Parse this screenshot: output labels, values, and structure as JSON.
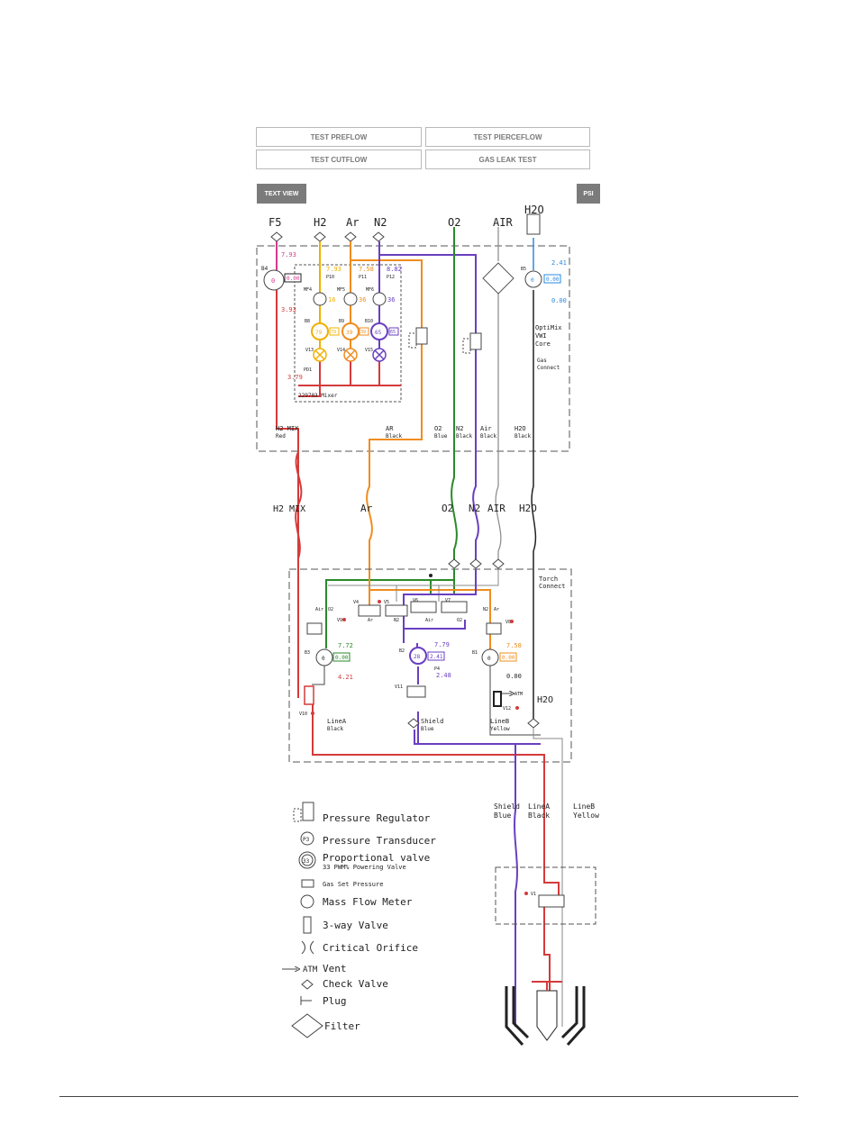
{
  "buttons": {
    "test_preflow": "TEST PREFLOW",
    "test_pierceflow": "TEST PIERCEFLOW",
    "test_cutflow": "TEST CUTFLOW",
    "gas_leak_test": "GAS LEAK TEST"
  },
  "view_buttons": {
    "text_view": "TEXT VIEW",
    "units": "PSI"
  },
  "gases": {
    "f5": "F5",
    "h2": "H2",
    "ar": "Ar",
    "n2": "N2",
    "o2": "O2",
    "air": "AIR",
    "h2o": "H2O"
  },
  "colors": {
    "f5": "#d43a8e",
    "h2": "#f0b000",
    "ar": "#f08c1e",
    "n2": "#6a3fc0",
    "o2": "#2a8a2a",
    "h2o": "#2a8ae0",
    "red": "#d43a3a",
    "gray": "#888888",
    "black": "#222222"
  },
  "optimix": {
    "sensors": {
      "f5_pressure": "7.93",
      "f5_set": "0.00",
      "f5_p3": "3.93",
      "h2_pressure": "7.93",
      "ar_pressure": "7.58",
      "n2_pressure": "8.82",
      "h2o_pressure": "2.41",
      "h2o_set": "0.00",
      "h2o_p": "0.00",
      "mf4": "16",
      "mf5": "36",
      "mf6": "36",
      "b8": "79",
      "b8_set": "79",
      "b9": "39",
      "b9_set": "39",
      "b10": "65",
      "b10_set": "65",
      "pd1": "3.79"
    },
    "labels": {
      "b4": "B4",
      "b5": "B5",
      "b8": "B8",
      "b9": "B9",
      "b10": "B10",
      "mf4": "MF4",
      "mf5": "MF5",
      "mf6": "MF6",
      "p10": "P10",
      "p11": "P11",
      "p12": "P12",
      "v13": "V13",
      "v14": "V14",
      "v15": "V15",
      "pd1": "PD1",
      "mixer": "229703 Mixer",
      "optimix_line1": "OptiMix",
      "optimix_line2": "VWI",
      "optimix_line3": "Core",
      "gas_connect_line1": "Gas",
      "gas_connect_line2": "Connect"
    },
    "outlets": {
      "h2mix_line1": "H2 MIX",
      "h2mix_line2": "Red",
      "ar_line1": "AR",
      "ar_line2": "Black",
      "o2_line1": "O2",
      "o2_line2": "Blue",
      "n2_line1": "N2",
      "n2_line2": "Black",
      "air_line1": "Air",
      "air_line2": "Black",
      "h2o_line1": "H2O",
      "h2o_line2": "Black"
    }
  },
  "hoses": {
    "h2mix": "H2 MIX",
    "ar": "Ar",
    "o2": "O2",
    "n2": "N2",
    "air": "AIR",
    "h2o": "H2O"
  },
  "torch_connect": {
    "title_line1": "Torch",
    "title_line2": "Connect",
    "valves": {
      "v4": "V4",
      "v5": "V5",
      "v6": "V6",
      "v7": "V7",
      "v8": "V8",
      "v9": "V9",
      "v10": "V10",
      "v11": "V11",
      "v12": "V12"
    },
    "valve_labels": {
      "air_left": "Air",
      "o2_left": "O2",
      "ar_v4": "Ar",
      "n2_v6": "N2",
      "air_mid": "Air",
      "o2_v7": "O2",
      "n2_right": "N2",
      "ar_right": "Ar",
      "atm": "ATM",
      "h2o": "H2O"
    },
    "sensors": {
      "b3": "B3",
      "b3_value": "0",
      "p3": "7.72",
      "b3_set": "0.00",
      "p2": "4.21",
      "b2": "B2",
      "b2_value": "28",
      "p2b": "7.79",
      "b2_set": "2.41",
      "p4_label": "P4",
      "p4": "2.48",
      "b1": "B1",
      "b1_value": "0",
      "p1": "7.58",
      "b1_set": "0.00",
      "p5": "0.00"
    },
    "lines": {
      "linea_line1": "LineA",
      "linea_line2": "Black",
      "shield_line1": "Shield",
      "shield_line2": "Blue",
      "lineb_line1": "LineB",
      "lineb_line2": "Yellow"
    }
  },
  "torch_leads": {
    "shield_line1": "Shield",
    "shield_line2": "Blue",
    "linea_line1": "LineA",
    "linea_line2": "Black",
    "lineb_line1": "LineB",
    "lineb_line2": "Yellow",
    "v1": "V1"
  },
  "legend": {
    "pressure_regulator": "Pressure Regulator",
    "pressure_transducer": "Pressure Transducer",
    "proportional_valve": "Proportional valve",
    "proportional_sub": "33 PWM% Powering Valve",
    "gas_set_pressure": "Gas Set Pressure",
    "mass_flow_meter": "Mass Flow Meter",
    "three_way_valve": "3-way Valve",
    "critical_orifice": "Critical Orifice",
    "atm_vent_atm": "ATM",
    "atm_vent": "Vent",
    "check_valve": "Check Valve",
    "plug": "Plug",
    "filter": "Filter",
    "p3_symbol": "P3",
    "pv_symbol": "33"
  }
}
